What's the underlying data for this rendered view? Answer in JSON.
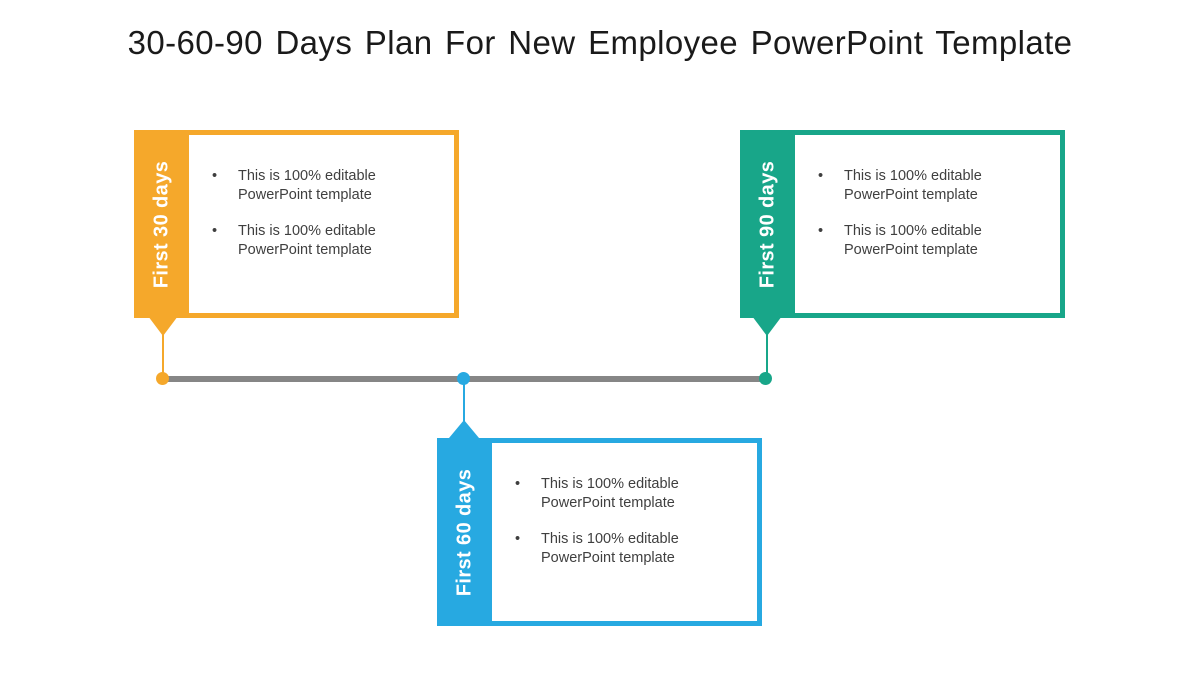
{
  "title": "30-60-90 Days Plan For New Employee PowerPoint Template",
  "glyphs": {
    "bullet": "•"
  },
  "colors": {
    "accent-30": "#F5A82B",
    "accent-60": "#27A9E1",
    "accent-90": "#18A689",
    "timeline": "#868686",
    "title-text": "#1A1A1A",
    "body-text": "#3F3F3F",
    "label-text": "#FFFFFF",
    "canvas-bg": "#FFFFFF"
  },
  "cards": [
    {
      "id": "first-30-days",
      "label": "First 30 days",
      "accent": "#F5A82B",
      "bullets": [
        "This is 100% editable PowerPoint template",
        "This is 100% editable PowerPoint template"
      ]
    },
    {
      "id": "first-60-days",
      "label": "First 60 days",
      "accent": "#27A9E1",
      "bullets": [
        "This is 100% editable PowerPoint template",
        "This is 100% editable PowerPoint template"
      ]
    },
    {
      "id": "first-90-days",
      "label": "First 90 days",
      "accent": "#18A689",
      "bullets": [
        "This is 100% editable PowerPoint template",
        "This is 100% editable PowerPoint template"
      ]
    }
  ]
}
